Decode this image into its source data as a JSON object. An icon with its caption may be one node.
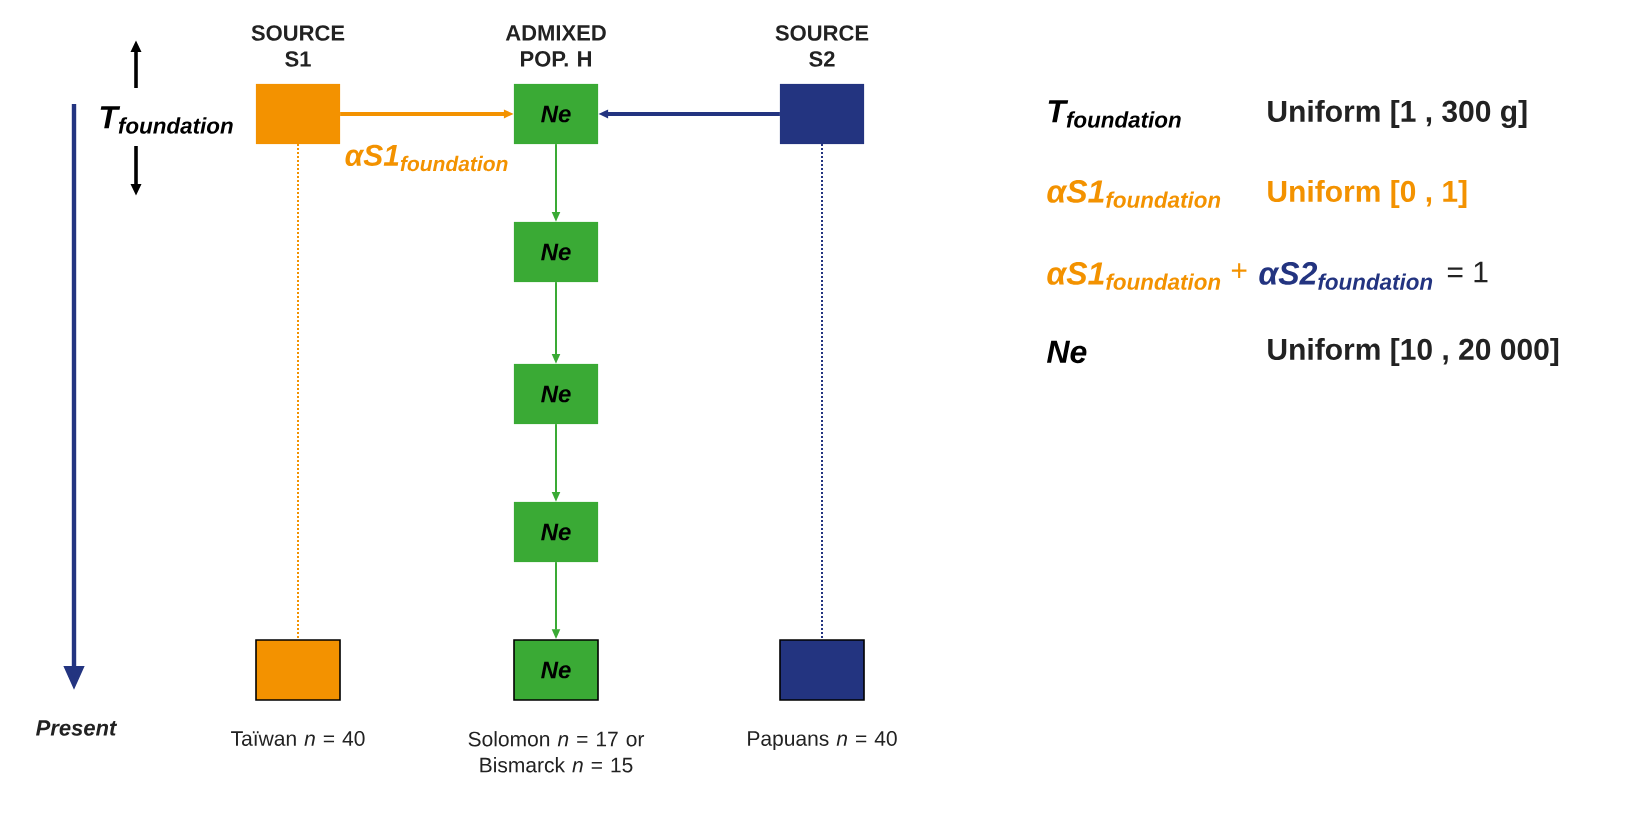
{
  "diagram": {
    "nodes": [
      {
        "text": [
          "SOURCE S1"
        ]
      },
      {
        "text": [
          "ADMIXED POP. H",
          "Ne"
        ]
      },
      {
        "text": [
          "SOURCE S2"
        ]
      },
      {
        "text": [
          "Ne"
        ]
      },
      {
        "text": [
          "Ne"
        ]
      },
      {
        "text": [
          "Ne"
        ]
      },
      {
        "text": [],
        "shape": "box",
        "beside": [
          "Taïwan *n* = 40"
        ]
      },
      {
        "text": [
          "Ne"
        ],
        "beside": [
          "Solomon *n* = 17 or Bismarck *n* = 15"
        ]
      },
      {
        "text": [],
        "shape": "box",
        "beside": [
          "Papuans *n* = 40"
        ]
      }
    ],
    "edges": [
      {
        "from": 0,
        "to": 1,
        "arrow": "to",
        "label": "\\textit{\\textbf{αS1}}_{\\textit{\\textbf{foundation}}}",
        "color": "#f39200"
      },
      {
        "from": 2,
        "to": 1,
        "arrow": "to",
        "color": "#233480"
      },
      {
        "from": 1,
        "to": 3,
        "arrow": "to"
      },
      {
        "from": 3,
        "to": 4,
        "arrow": "to"
      },
      {
        "from": 4,
        "to": 5,
        "arrow": "to"
      },
      {
        "from": 5,
        "to": 7,
        "arrow": "to"
      },
      {
        "from": 0,
        "to": 6,
        "arrow": "none",
        "style": "dashed",
        "color": "#f39200"
      },
      {
        "from": 2,
        "to": 8,
        "arrow": "none",
        "style": "dashed",
        "color": "#233480"
      }
    ],
    "labels": [
      "\\textit{\\textbf{T}}_{\\textit{\\textbf{foundation}}}",
      "Present",
      "\\textit{\\textbf{T}}_{\\textit{\\textbf{foundation}}}",
      "Uniform [1 , 300 g]",
      "\\textit{\\textbf{αS1}}_{\\textit{\\textbf{foundation}}}",
      "Uniform [0 , 1]",
      "\\textit{\\textbf{αS1}}_{\\text{foundation}}",
      "+",
      "\\textit{\\textbf{αS2}}_{\\text{foundation}}",
      "= 1",
      "Ne",
      "Uniform [10 , 20 000]"
    ]
  }
}
